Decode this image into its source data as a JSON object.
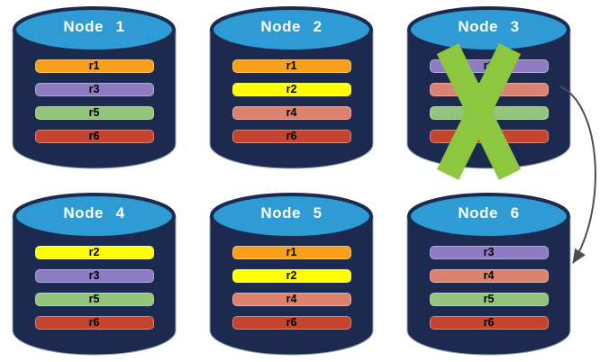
{
  "diagram": {
    "background": "#FFFFFF",
    "colors": {
      "cylinder_body": "#1B2A4E",
      "cylinder_top": "#2E9BD5",
      "cylinder_outline": "#9AA5B4",
      "title_text": "#FFFFFF",
      "record_text": "#000000",
      "failure_x": "#8DC63F",
      "arrow": "#4D4D4D"
    },
    "nodes": [
      {
        "label": "Node 1",
        "failed": false,
        "records": [
          {
            "label": "r1",
            "color": "#F9A01B"
          },
          {
            "label": "r3",
            "color": "#8E7CC3"
          },
          {
            "label": "r5",
            "color": "#93C47D"
          },
          {
            "label": "r6",
            "color": "#C3452E"
          }
        ]
      },
      {
        "label": "Node 2",
        "failed": false,
        "records": [
          {
            "label": "r1",
            "color": "#F9A01B"
          },
          {
            "label": "r2",
            "color": "#FFFF00"
          },
          {
            "label": "r4",
            "color": "#DC8271"
          },
          {
            "label": "r6",
            "color": "#C3452E"
          }
        ]
      },
      {
        "label": "Node 3",
        "failed": true,
        "records": [
          {
            "label": "r3",
            "color": "#8E7CC3"
          },
          {
            "label": "",
            "color": "#DC8271"
          },
          {
            "label": "",
            "color": "#93C47D"
          },
          {
            "label": "",
            "color": "#C3452E"
          }
        ]
      },
      {
        "label": "Node 4",
        "failed": false,
        "records": [
          {
            "label": "r2",
            "color": "#FFFF00"
          },
          {
            "label": "r3",
            "color": "#8E7CC3"
          },
          {
            "label": "r5",
            "color": "#93C47D"
          },
          {
            "label": "r6",
            "color": "#C3452E"
          }
        ]
      },
      {
        "label": "Node 5",
        "failed": false,
        "records": [
          {
            "label": "r1",
            "color": "#F9A01B"
          },
          {
            "label": "r2",
            "color": "#FFFF00"
          },
          {
            "label": "r4",
            "color": "#DC8271"
          },
          {
            "label": "r6",
            "color": "#C3452E"
          }
        ]
      },
      {
        "label": "Node 6",
        "failed": false,
        "records": [
          {
            "label": "r3",
            "color": "#8E7CC3"
          },
          {
            "label": "r4",
            "color": "#DC8271"
          },
          {
            "label": "r5",
            "color": "#93C47D"
          },
          {
            "label": "r6",
            "color": "#C3452E"
          }
        ]
      }
    ],
    "failure_marker": {
      "node": "Node 3",
      "icon": "x-mark-icon"
    },
    "arrow": {
      "from": "Node 3",
      "to": "Node 6",
      "style": "curved"
    }
  }
}
